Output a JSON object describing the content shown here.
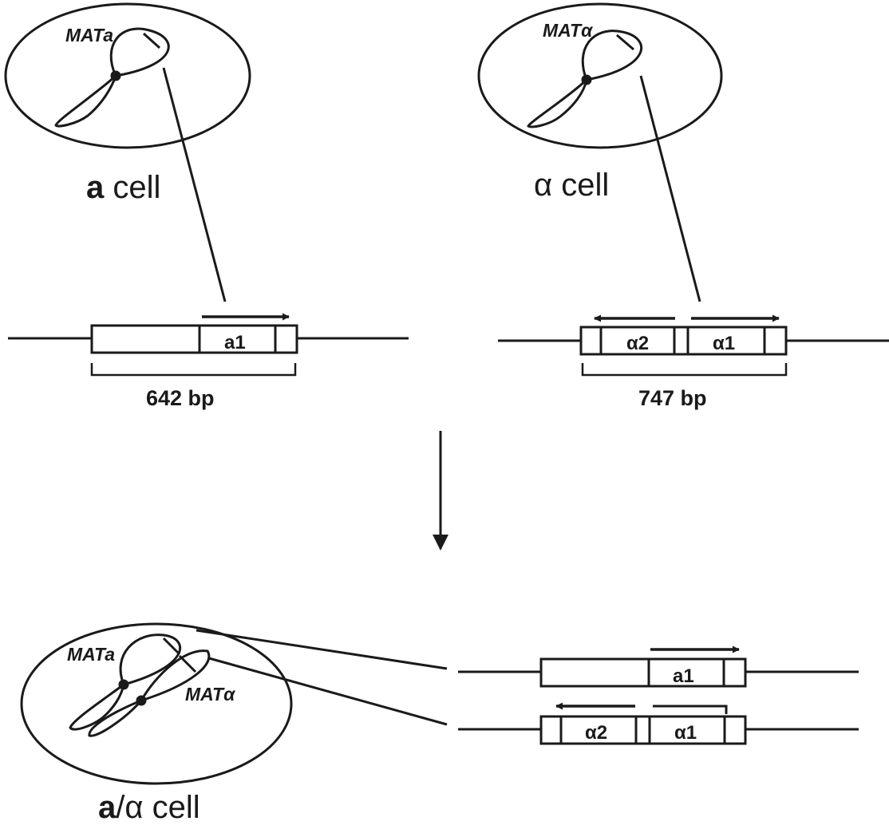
{
  "a_cell": {
    "locus_label": "MATa",
    "cell_label_bold": "a",
    "cell_label_rest": " cell",
    "gene": "a1",
    "size": "642 bp"
  },
  "alpha_cell": {
    "locus_label": "MATα",
    "cell_label": "α cell",
    "gene_left": "α2",
    "gene_right": "α1",
    "size": "747 bp"
  },
  "diploid_cell": {
    "locus_label_a": "MATa",
    "locus_label_alpha": "MATα",
    "cell_label_bold": "a",
    "cell_label_rest": "/α cell",
    "locus_a_gene": "a1",
    "locus_alpha_gene_left": "α2",
    "locus_alpha_gene_right": "α1"
  },
  "colors": {
    "ink": "#1a1a1a",
    "background": "#ffffff"
  }
}
